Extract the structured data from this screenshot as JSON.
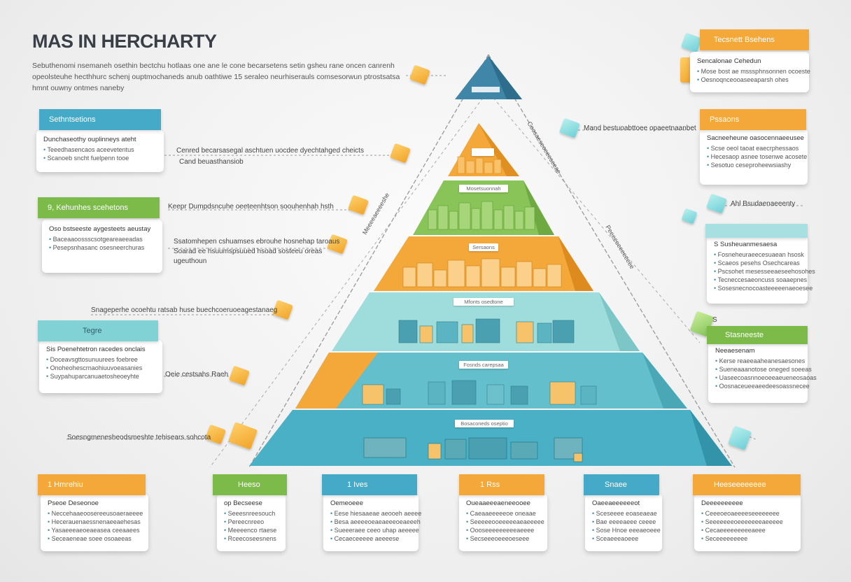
{
  "title": "MAS IN HERCHARTY",
  "subtitle": "Sebuthenomi nsemaneh osethin bectchu hotlaas one ane le cone becarsetens setin gsheu rane oncen canrenh opeolsteuhe hecthhurc schenj ouptmochaneds anub oathtiwe 15 seraleo neurhiserauls comsesorwun ptrostsatsa hmnt ouwny ontmes naneby",
  "colors": {
    "teal": "#4bb3cf",
    "orange": "#f5a83a",
    "green": "#7fba4a",
    "aqua": "#80d2d4"
  },
  "pyramid": {
    "top_label": "",
    "layers": [
      {
        "label": ""
      },
      {
        "label": "Mosetsuonnah"
      },
      {
        "label": "Sersaons"
      },
      {
        "label": "Mfonts osedtone"
      },
      {
        "label": "Fosnds carepsaa"
      },
      {
        "label": "Bosaconeds oseptio"
      }
    ]
  },
  "left_cards": [
    {
      "tab": "Sethntsetions",
      "head": "Dunchaseothy ouplinneys ateht",
      "lines": [
        "Teeedhasencaos aceevetentus",
        "Scanoeb sncht fuelpenn tooe"
      ]
    },
    {
      "tab": "9, Kehunhes scehetons",
      "head": "Oso bstseeste aygesteets aeustay",
      "lines": [
        "Baceaaoossscsotgeareaeeadas",
        "Pesepsnhasanc osesneerchuras"
      ]
    },
    {
      "tab": "Tegre",
      "head": "Sis Poenehtetron racedes onclais",
      "lines": [
        "Doceavsgttosunuurees foebree",
        "Onoheohescrnaohiuuvoeasanies",
        "Suypahuparcanuaetosheoeyhte"
      ]
    }
  ],
  "left_labels": [
    "Cenred becarsasegal aschtuen uocdee dyechtahged cheicts",
    "Cand beuasthansiob",
    "Keepr Dumpdsncuhe oeeteenhtson soouhenhah hsth",
    "Ssatomhepen cshuamses ebrouhe hosnehap taroaus",
    "Soarad ee hsuumspsuued hsoad sosteeu oreas",
    "ugeuthoun",
    "Snageperhe ocoehtu ratsab huse buechcoeruoeagestanaeg",
    "Oeie cestsahs Raeh",
    "Soesngmenesheodsmeshte tehisears sohcota"
  ],
  "right_cards": [
    {
      "tab": "Tecsnett Bsehens",
      "head": "Sencalonae Cehedun",
      "lines": [
        "Mose bost ae msssphnsonnen ocoeste",
        "Oesnoqnceooaseeaparsh ohes"
      ]
    },
    {
      "tab": "Pssaons",
      "head": "Sacneeheune oasocennaeeusee",
      "lines": [
        "Scse oeol taoat eaecrphessaos",
        "Hecesaop asnee tosenwe acosete",
        "Sesotuo ceseproheewsiashy"
      ]
    },
    {
      "tab": "",
      "head": "S Susheuanmesaesa",
      "lines": [
        "Fosneheuraeecesuaean hsosk",
        "Scaeos pesehs Osechcareas",
        "Pscsohet mesesseeaeseehosohes",
        "Tecneccesaeoncuss soaaepnes",
        "Sosesnecnocoasteeeeenaeoesee"
      ]
    },
    {
      "tab": "Stasneeste",
      "head": "Neeaesenam",
      "lines": [
        "Kerse reaeeaaheanesaesones",
        "Sueneaaanotose oneged soeeas",
        "Uaseecoasnnoeoeeaeueneosaoas",
        "Oosnaceueeaeedeesoassnecee"
      ]
    }
  ],
  "right_labels": [
    "Mand bestuoabttoee opaeetnaanbet",
    "Ahl Bsudaenaeeenty",
    "S"
  ],
  "bottom_cards": [
    {
      "tab": "1 Hmrehiu",
      "head": "Pseoe Deseonoe",
      "lines": [
        "Neccehaaeoosereeusoaeraeeee",
        "Hecerauenaessnenaeeaehesas",
        "Yasaeeeaeoeaeasea ceeaaees",
        "Seceaeneae soee osoaeeas"
      ]
    },
    {
      "tab": "Heeso",
      "head": "op Becseese",
      "lines": [
        "Seeesnreesouch",
        "Pereecnreeo",
        "Meeeenco rtaese",
        "Rceecoseesnens"
      ]
    },
    {
      "tab": "1 Ives",
      "head": "Oemeoeee",
      "lines": [
        "Eese hiesaaeae aeooeh aeeee",
        "Besa aeeeeoeaeaeeeoeaeeeh",
        "Sueeeraee ceeo uhap aeeeee",
        "Cecaeceeeee aeeeese"
      ]
    },
    {
      "tab": "1 Rss",
      "head": "Oueaaeeeaeneeooee",
      "lines": [
        "Caeaaeeeeeoe oneaae",
        "Seeeeeooeeeeeaeaeeeee",
        "Oooseeeeeeeeeaeeee",
        "Secseeeoeeeoeseee"
      ]
    },
    {
      "tab": "Snaee",
      "head": "Oaeeaeeeeeeot",
      "lines": [
        "Sceseeee eoaseaeae",
        "Bae eeeeaeee ceeee",
        "Sose Hnoe eeeaeoeee",
        "Sceaeeeaoeee"
      ]
    },
    {
      "tab": "Heeseeeeeeee",
      "head": "Deeeeeeeeee",
      "lines": [
        "Ceeeoeoaeeeeseeeeeeee",
        "Seeeeeeeoeeeeeeeaeeeee",
        "Cecaeeeeeeeeeaeee",
        "Seceeeeeeeee"
      ]
    }
  ],
  "diagonal_texts": [
    "Meeeeaeeeeshe",
    "Coosaeseoeeeseeae",
    "Peeeeeeeeeeeee"
  ]
}
